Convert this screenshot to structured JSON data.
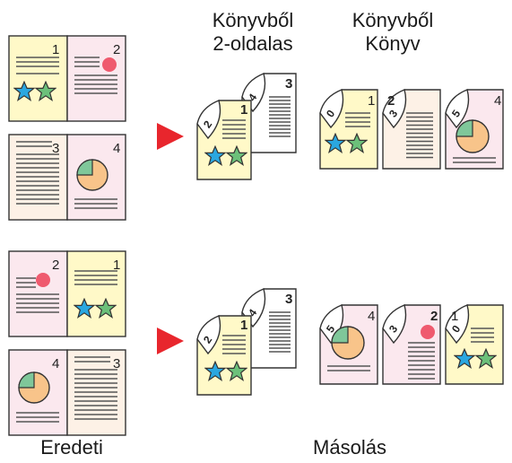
{
  "labels": {
    "booklet_2sided": "Könyvből\n2-oldalas",
    "book_to_book": "Könyvből\nKönyv",
    "original": "Eredeti",
    "copy": "Másolás"
  },
  "page_numbers": {
    "top_original": [
      "1",
      "2",
      "3",
      "4"
    ],
    "bottom_original": [
      "2",
      "1",
      "4",
      "3"
    ],
    "top_booklet_stack": [
      "2",
      "1",
      "4",
      "3"
    ],
    "top_book_copy": [
      "0",
      "1",
      "2",
      "3",
      "5",
      "4"
    ],
    "bottom_booklet_stack": [
      "2",
      "1",
      "4",
      "3"
    ],
    "bottom_book_copy": [
      "5",
      "4",
      "3",
      "2",
      "1",
      "0"
    ]
  },
  "colors": {
    "cream_page": "#fff9c8",
    "pink_page": "#fbe8ee",
    "peach_page": "#fdf1e6",
    "outline": "#333333",
    "text_line": "#555555",
    "star_blue": "#2aa7e0",
    "star_green": "#6cc07a",
    "pie_orange": "#f8c48a",
    "pie_green": "#7fc79a",
    "dot_red": "#ef5a6e",
    "arrow_red": "#e8262d"
  },
  "icons": [
    "star-icon",
    "pie-chart-icon",
    "red-dot-icon",
    "arrow-right-icon"
  ]
}
